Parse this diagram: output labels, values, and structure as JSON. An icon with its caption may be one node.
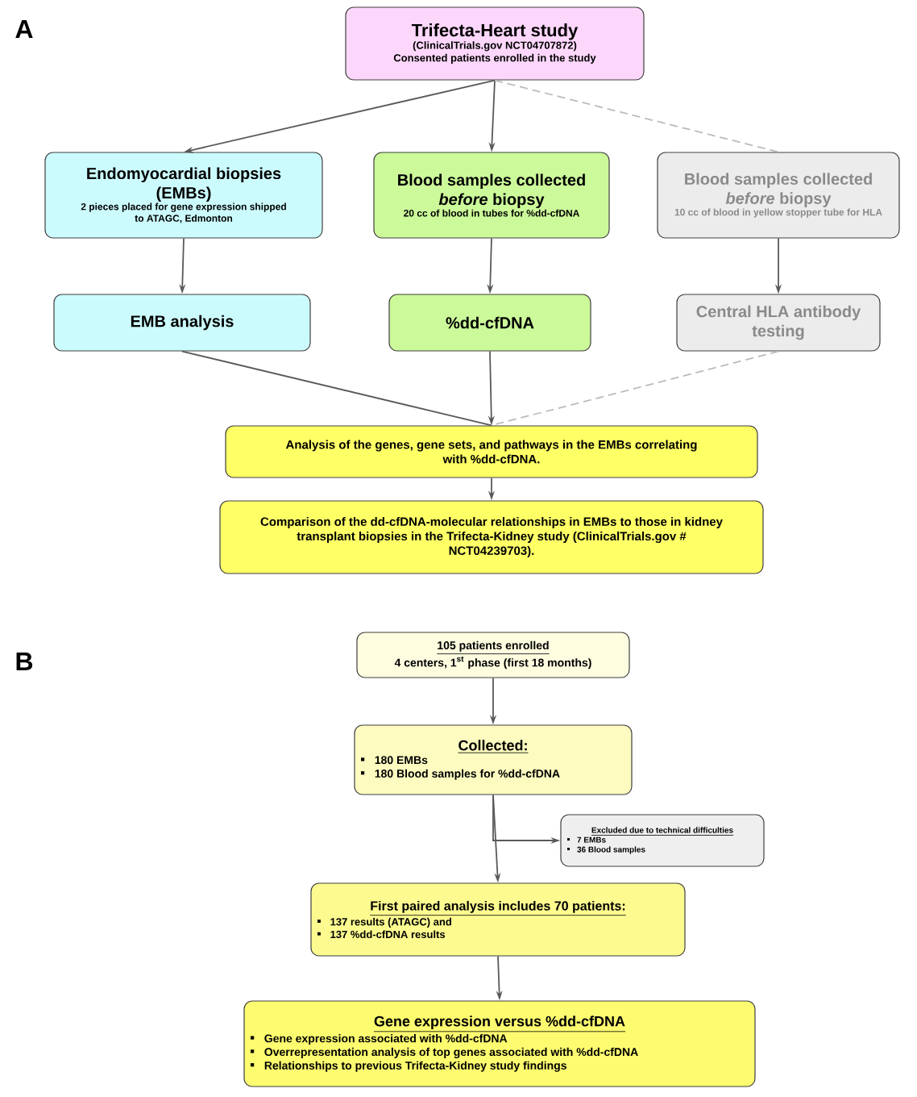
{
  "diagram": {
    "nodes": [
      {
        "text": [
          "Trifecta-Heart study",
          "(ClinicalTrials.gov NCT04707872)",
          "Consented patients enrolled in the study"
        ]
      },
      {
        "text": [
          "Endomyocardial biopsies (EMBs)",
          "2 pieces placed for gene expression shipped to ATAGC, Edmonton"
        ]
      },
      {
        "text": [
          "Blood samples collected *before* biopsy",
          "20 cc of blood in tubes for %dd-cfDNA"
        ]
      },
      {
        "text": [
          "Blood samples collected *before* biopsy",
          "10 cc of blood in yellow stopper tube for HLA"
        ]
      },
      {
        "text": [
          "EMB analysis"
        ]
      },
      {
        "text": [
          "%dd-cfDNA"
        ]
      },
      {
        "text": [
          "Central HLA antibody testing"
        ]
      },
      {
        "text": [
          "Analysis of the genes, gene sets, and pathways in the EMBs correlating with %dd-cfDNA."
        ]
      },
      {
        "text": [
          "Comparison of the dd-cfDNA-molecular relationships in EMBs to those in kidney transplant biopsies in the Trifecta-Kidney study (ClinicalTrials.gov # NCT04239703)."
        ]
      },
      {
        "text": [
          "105 patients enrolled",
          "4 centers, 1$^{st}$ phase (first 18 months)"
        ]
      },
      {
        "text": [
          "Collected:",
          "180 EMBs",
          "180 Blood samples for %dd-cfDNA"
        ]
      },
      {
        "text": [
          "Excluded due to technical difficulties",
          "7 EMBs",
          "36 Blood samples"
        ]
      },
      {
        "text": [
          "First paired analysis includes 70 patients:",
          "137 results (ATAGC) and",
          "137 %dd-cfDNA results"
        ]
      },
      {
        "text": [
          "Gene expression versus %dd-cfDNA",
          "Gene expression associated with %dd-cfDNA",
          "Overrepresentation analysis of top genes associated with %dd-cfDNA",
          "Relationships to previous Trifecta-Kidney study findings"
        ]
      }
    ],
    "edges": [
      {
        "from": 0,
        "to": 1,
        "arrow": "to"
      },
      {
        "from": 0,
        "to": 2,
        "arrow": "to"
      },
      {
        "from": 0,
        "to": 3,
        "arrow": "none",
        "style": "dashed",
        "color": "#bbbbbb"
      },
      {
        "from": 1,
        "to": 4,
        "arrow": "to"
      },
      {
        "from": 2,
        "to": 5,
        "arrow": "to"
      },
      {
        "from": 3,
        "to": 6,
        "arrow": "to"
      },
      {
        "from": 4,
        "to": 7,
        "arrow": "none"
      },
      {
        "from": 5,
        "to": 7,
        "arrow": "to"
      },
      {
        "from": 6,
        "to": 7,
        "arrow": "none",
        "style": "dashed",
        "color": "#bbbbbb"
      },
      {
        "from": 7,
        "to": 8,
        "arrow": "to"
      },
      {
        "from": 9,
        "to": 10,
        "arrow": "to"
      },
      {
        "from": 10,
        "to": 12,
        "arrow": "to"
      },
      {
        "from": 10,
        "to": 11,
        "arrow": "to"
      },
      {
        "from": 12,
        "to": 13,
        "arrow": "to"
      }
    ],
    "labels": [
      "A",
      "B"
    ]
  }
}
